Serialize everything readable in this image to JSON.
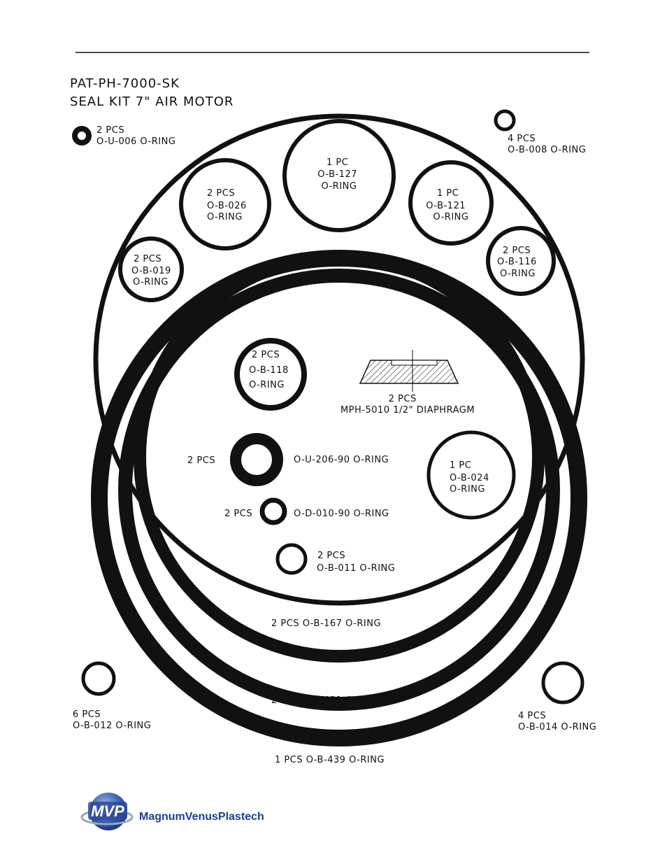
{
  "title": {
    "line1": "PAT-PH-7000-SK",
    "line2": "SEAL KIT  7\" AIR MOTOR"
  },
  "labels": {
    "o_u_006": [
      "2 PCS",
      "O-U-006  O-RING"
    ],
    "o_b_008": [
      "4 PCS",
      "O-B-008  O-RING"
    ],
    "o_b_127": [
      "1 PC",
      "O-B-127",
      "O-RING"
    ],
    "o_b_026": [
      "2 PCS",
      "O-B-026",
      "O-RING"
    ],
    "o_b_121": [
      "1 PC",
      "O-B-121",
      "O-RING"
    ],
    "o_b_019": [
      "2 PCS",
      "O-B-019",
      "O-RING"
    ],
    "o_b_116": [
      "2 PCS",
      "O-B-116",
      "O-RING"
    ],
    "o_b_118": [
      "2 PCS",
      "O-B-118",
      "O-RING"
    ],
    "diaphragm": [
      "2 PCS",
      "MPH-5010  1/2\" DIAPHRAGM"
    ],
    "o_u_206_qty": "2 PCS",
    "o_u_206_name": "O-U-206-90  O-RING",
    "o_b_024": [
      "1 PC",
      "O-B-024",
      "O-RING"
    ],
    "o_d_010_qty": "2 PCS",
    "o_d_010_name": "O-D-010-90 O-RING",
    "o_b_011": [
      "2 PCS",
      "O-B-011  O-RING"
    ],
    "o_b_167": "2 PCS   O-B-167   O-RING",
    "o_b_431": "2 PCS   O-B-431   O-RING",
    "o_b_439": "1 PCS  O-B-439   O-RING",
    "o_b_012": [
      "6 PCS",
      "O-B-012  O-RING"
    ],
    "o_b_014": [
      "4 PCS",
      "O-B-014  O-RING"
    ]
  },
  "logo": {
    "mark": "MVP",
    "name": "MagnumVenusPlastech"
  },
  "colors": {
    "ink": "#111111",
    "logo_blue": "#1d3f8f"
  }
}
